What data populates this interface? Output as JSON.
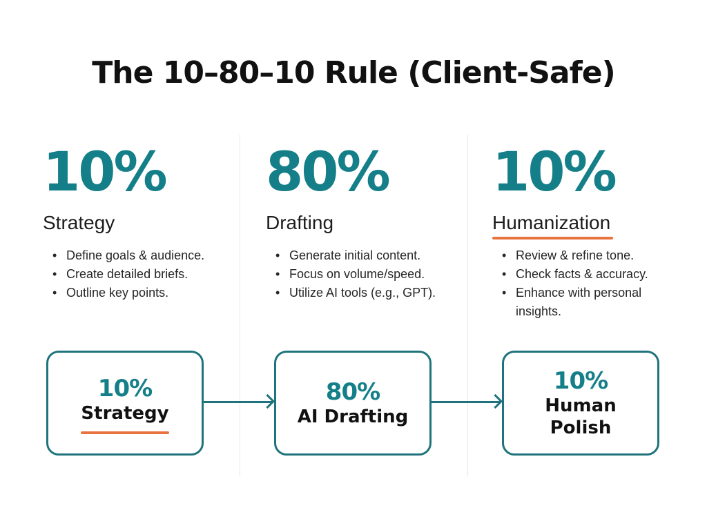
{
  "title": "The 10–80–10 Rule (Client-Safe)",
  "colors": {
    "accent_teal": "#147f88",
    "box_border": "#1e737c",
    "underline_orange": "#e8733e"
  },
  "columns": [
    {
      "percent": "10%",
      "label": "Strategy",
      "bullets": [
        "Define goals & audience.",
        "Create detailed briefs.",
        "Outline key points."
      ]
    },
    {
      "percent": "80%",
      "label": "Drafting",
      "bullets": [
        "Generate initial content.",
        "Focus on volume/speed.",
        "Utilize AI tools (e.g., GPT)."
      ]
    },
    {
      "percent": "10%",
      "label": "Humanization",
      "bullets": [
        "Review & refine tone.",
        "Check facts & accuracy.",
        "Enhance with personal insights."
      ]
    }
  ],
  "flow": [
    {
      "percent": "10%",
      "label": "Strategy"
    },
    {
      "percent": "80%",
      "label": "AI Drafting"
    },
    {
      "percent": "10%",
      "label_line1": "Human",
      "label_line2": "Polish"
    }
  ]
}
